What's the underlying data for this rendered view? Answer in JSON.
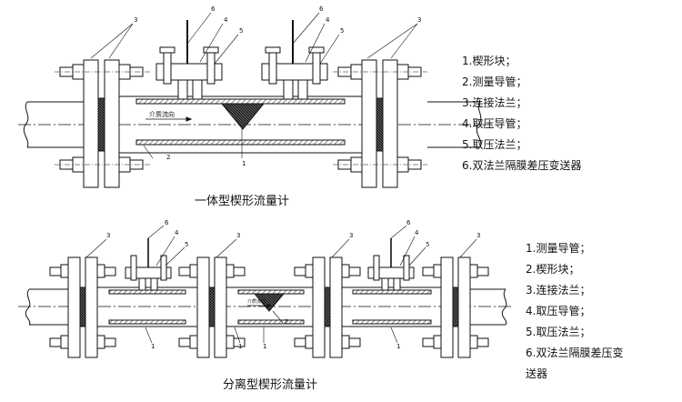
{
  "top_diagram": {
    "caption": "一体型楔形流量计",
    "flow_label": "介质流向",
    "callouts": [
      "3",
      "6",
      "4",
      "5",
      "6",
      "4",
      "5",
      "3",
      "2",
      "1"
    ],
    "legend": [
      "1.楔形块；",
      "2.测量导管；",
      "3.连接法兰；",
      "4.取压导管；",
      "5.取压法兰；",
      "6.双法兰隔膜差压变送器"
    ]
  },
  "bottom_diagram": {
    "caption": "分离型楔形流量计",
    "flow_label": "介质流向",
    "callouts": [
      "3",
      "6",
      "4",
      "5",
      "3",
      "3",
      "6",
      "4",
      "5",
      "3",
      "1",
      "1",
      "2",
      "1",
      "1"
    ],
    "legend": [
      "1.测量导管；",
      "2.楔形块；",
      "3.连接法兰；",
      "4.取压导管；",
      "5.取压法兰；",
      "6.双法兰隔膜差压变",
      "送器"
    ]
  }
}
